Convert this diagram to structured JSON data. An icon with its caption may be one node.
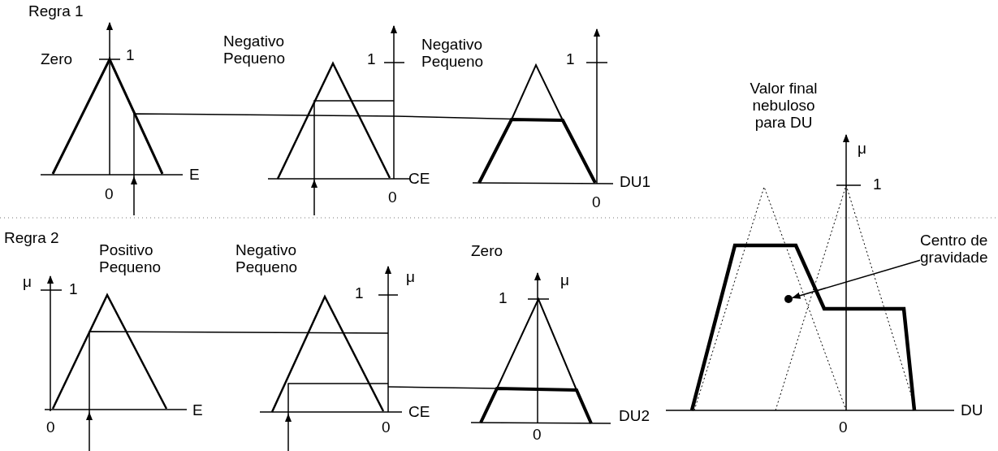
{
  "diagram": {
    "nodes": [
      {
        "text": [
          "Centro de gravidade"
        ]
      },
      {
        "text": [],
        "shape": "circle"
      }
    ],
    "edges": [
      {
        "from": 0,
        "to": 1,
        "arrow": "to"
      }
    ],
    "labels": [
      "Regra 1",
      "Zero",
      "1",
      "Negativo Pequeno",
      "1",
      "Negativo Pequeno",
      "1",
      "E",
      "0",
      "CE",
      "0",
      "DU1",
      "0",
      "Valor final nebuloso para DU",
      "μ",
      "1",
      "Regra 2",
      "Positivo Pequeno",
      "Negativo Pequeno",
      "Zero",
      "μ",
      "1",
      "1",
      "μ",
      "1",
      "μ",
      "E",
      "0",
      "CE",
      "0",
      "DU2",
      "0",
      "DU",
      "0"
    ]
  }
}
